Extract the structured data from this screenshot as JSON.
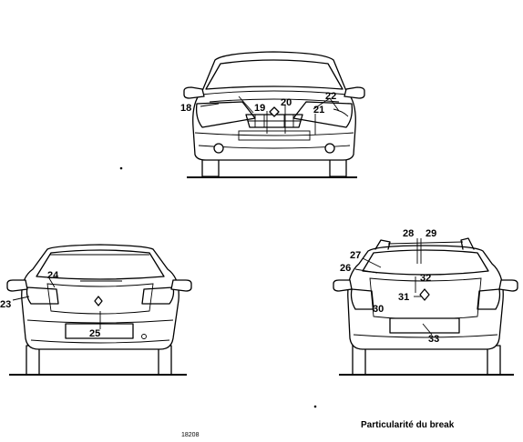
{
  "figure": {
    "caption": "Particularité du break",
    "reference": "18208"
  },
  "front_view": {
    "callouts": [
      "18",
      "19",
      "20",
      "21",
      "22"
    ]
  },
  "rear_hatch_view": {
    "callouts": [
      "23",
      "24",
      "25"
    ]
  },
  "rear_estate_view": {
    "callouts": [
      "26",
      "27",
      "28",
      "29",
      "30",
      "31",
      "32",
      "33"
    ]
  }
}
